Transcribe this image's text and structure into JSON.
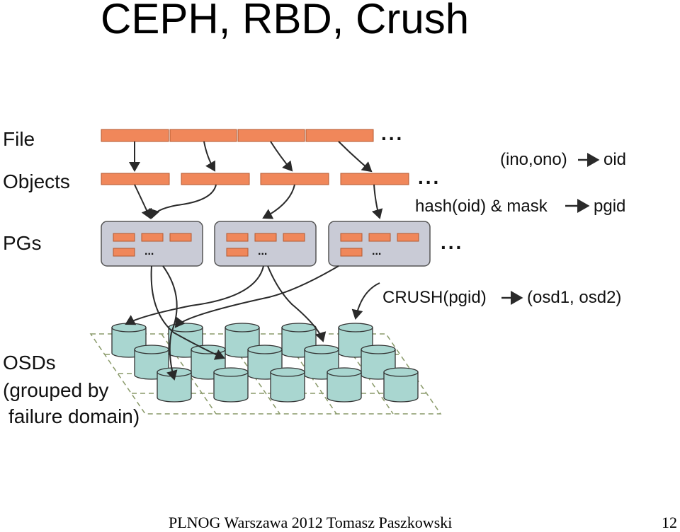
{
  "title": "CEPH, RBD, Crush",
  "labels": {
    "file": "File",
    "objects": "Objects",
    "pgs": "PGs",
    "osds_line1": "OSDs",
    "osds_line2": "(grouped by",
    "osds_line3": "failure domain)"
  },
  "mappings": {
    "ino_ono": "(ino,ono)",
    "oid": "oid",
    "hash": "hash(oid) & mask",
    "pgid": "pgid",
    "crush": "CRUSH(pgid)",
    "osds": "(osd1, osd2)"
  },
  "ellipsis": "...",
  "footer": {
    "text": "PLNOG Warszawa 2012 Tomasz Paszkowski",
    "page": "12"
  },
  "colors": {
    "segment": "#f0875a",
    "pg_box": "#c9cbd6",
    "osd": "#a9d6d0",
    "grid": "#8a9a6a",
    "arrow": "#2a2a2a"
  }
}
